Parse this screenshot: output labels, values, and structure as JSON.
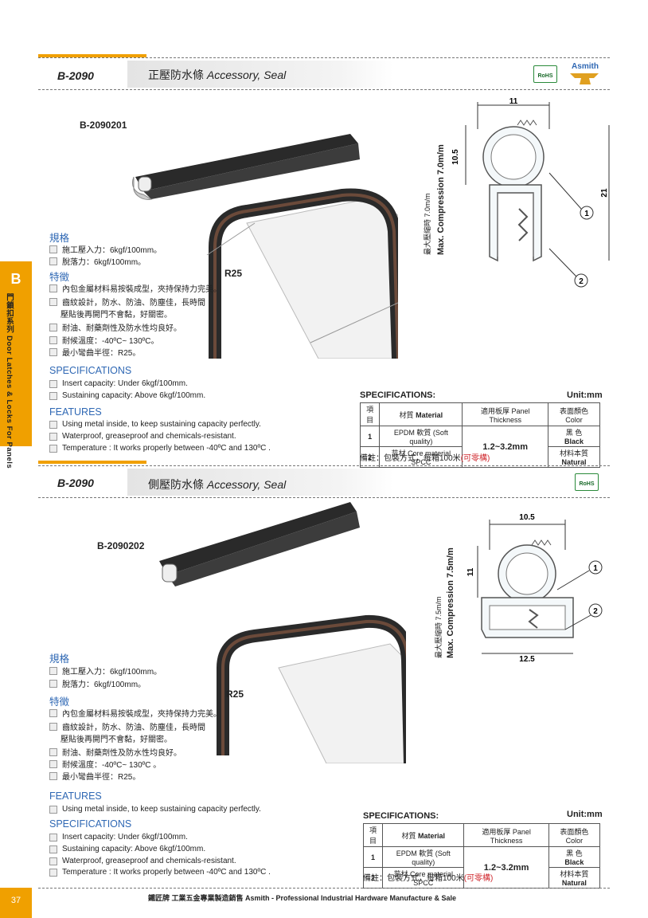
{
  "brand": "Asmith",
  "side_tab": {
    "letter": "B",
    "text": "門鎖扣系列 Door Latches & Locks For Panels"
  },
  "page_number": "37",
  "footer": "鐵匠牌 工業五金專業製造銷售 Asmith - Professional Industrial Hardware Manufacture & Sale",
  "sections": [
    {
      "code": "B-2090",
      "title_cn": "正壓防水條",
      "title_en": "Accessory, Seal",
      "part_code": "B-2090201",
      "radius_label": "R25",
      "spec_cn_heading": "規格",
      "spec_cn": [
        "施工壓入力：6kgf/100mm。",
        "脫落力：6kgf/100mm。"
      ],
      "feat_cn_heading": "特徵",
      "feat_cn": [
        "內包金屬材料易按裝成型，夾持保持力完美。",
        "齒紋設計，防水、防油、防塵佳，長時間",
        "壓貼後再開門不會黏，好關密。",
        "耐油、耐藥劑性及防水性均良好。",
        "耐候溫度：-40ºC~ 130ºC。",
        "最小彎曲半徑：R25。"
      ],
      "spec_en_heading": "SPECIFICATIONS",
      "spec_en": [
        "Insert capacity: Under 6kgf/100mm.",
        "Sustaining capacity: Above 6kgf/100mm."
      ],
      "feat_en_heading": "FEATURES",
      "feat_en": [
        "Using metal inside, to keep sustaining capacity perfectly.",
        "Waterproof, greaseproof and chemicals-resistant.",
        "Temperature : It works properly between -40ºC and 130ºC ."
      ],
      "dims": {
        "width": "11",
        "top": "10.5",
        "height": "21",
        "compression_en": "Max. Compression 7.0m/m",
        "compression_cn": "最大壓縮時 7.0m/m",
        "c1": "1",
        "c2": "2"
      },
      "table": {
        "title": "SPECIFICATIONS:",
        "unit": "Unit:mm",
        "h_item": "項目",
        "h_material_cn": "材質",
        "h_material_en": "Material",
        "h_panel": "適用板厚 Panel Thickness",
        "h_color": "表面顏色 Color",
        "r1_no": "1",
        "r1_mat": "EPDM 軟質 (Soft quality)",
        "panel": "1.2~3.2mm",
        "r1_color_cn": "黑 色",
        "r1_color_en": "Black",
        "r2_no": "2",
        "r2_mat": "蕊材 Core material SPCC",
        "r2_color_cn": "材料本質",
        "r2_color_en": "Natural"
      },
      "note": "備註：包裝方式，每箱100米",
      "note_red": "(可零構)"
    },
    {
      "code": "B-2090",
      "title_cn": "側壓防水條",
      "title_en": "Accessory, Seal",
      "part_code": "B-2090202",
      "radius_label": "R25",
      "spec_cn_heading": "規格",
      "spec_cn": [
        "施工壓入力：6kgf/100mm。",
        "脫落力：6kgf/100mm。"
      ],
      "feat_cn_heading": "特徵",
      "feat_cn": [
        "內包金屬材料易按裝成型，夾持保持力完美。",
        "齒紋設計，防水、防油、防塵佳，長時間",
        "壓貼後再開門不會黏，好關密。",
        "耐油、耐藥劑性及防水性均良好。",
        "耐候溫度：-40ºC~ 130ºC 。",
        "最小彎曲半徑：R25。"
      ],
      "feat_en_heading": "FEATURES",
      "feat_en": [
        "Using metal inside, to keep sustaining capacity perfectly."
      ],
      "spec_en_heading": "SPECIFICATIONS",
      "spec_en": [
        "Insert capacity: Under 6kgf/100mm.",
        "Sustaining capacity: Above 6kgf/100mm.",
        "Waterproof, greaseproof and chemicals-resistant.",
        "Temperature : It works properly between -40ºC and 130ºC ."
      ],
      "dims": {
        "width": "10.5",
        "top": "11",
        "bottom": "12.5",
        "compression_en": "Max. Compression 7.5m/m",
        "compression_cn": "最大壓縮時 7.5m/m",
        "c1": "1",
        "c2": "2"
      },
      "table": {
        "title": "SPECIFICATIONS:",
        "unit": "Unit:mm",
        "h_item": "項目",
        "h_material_cn": "材質",
        "h_material_en": "Material",
        "h_panel": "適用板厚 Panel Thickness",
        "h_color": "表面顏色 Color",
        "r1_no": "1",
        "r1_mat": "EPDM 軟質 (Soft quality)",
        "panel": "1.2~3.2mm",
        "r1_color_cn": "黑 色",
        "r1_color_en": "Black",
        "r2_no": "2",
        "r2_mat": "蕊材 Core material SPCC",
        "r2_color_cn": "材料本質",
        "r2_color_en": "Natural"
      },
      "note": "備註：包裝方式，每箱100米",
      "note_red": "(可零構)"
    }
  ],
  "rohs_label": "RoHS"
}
